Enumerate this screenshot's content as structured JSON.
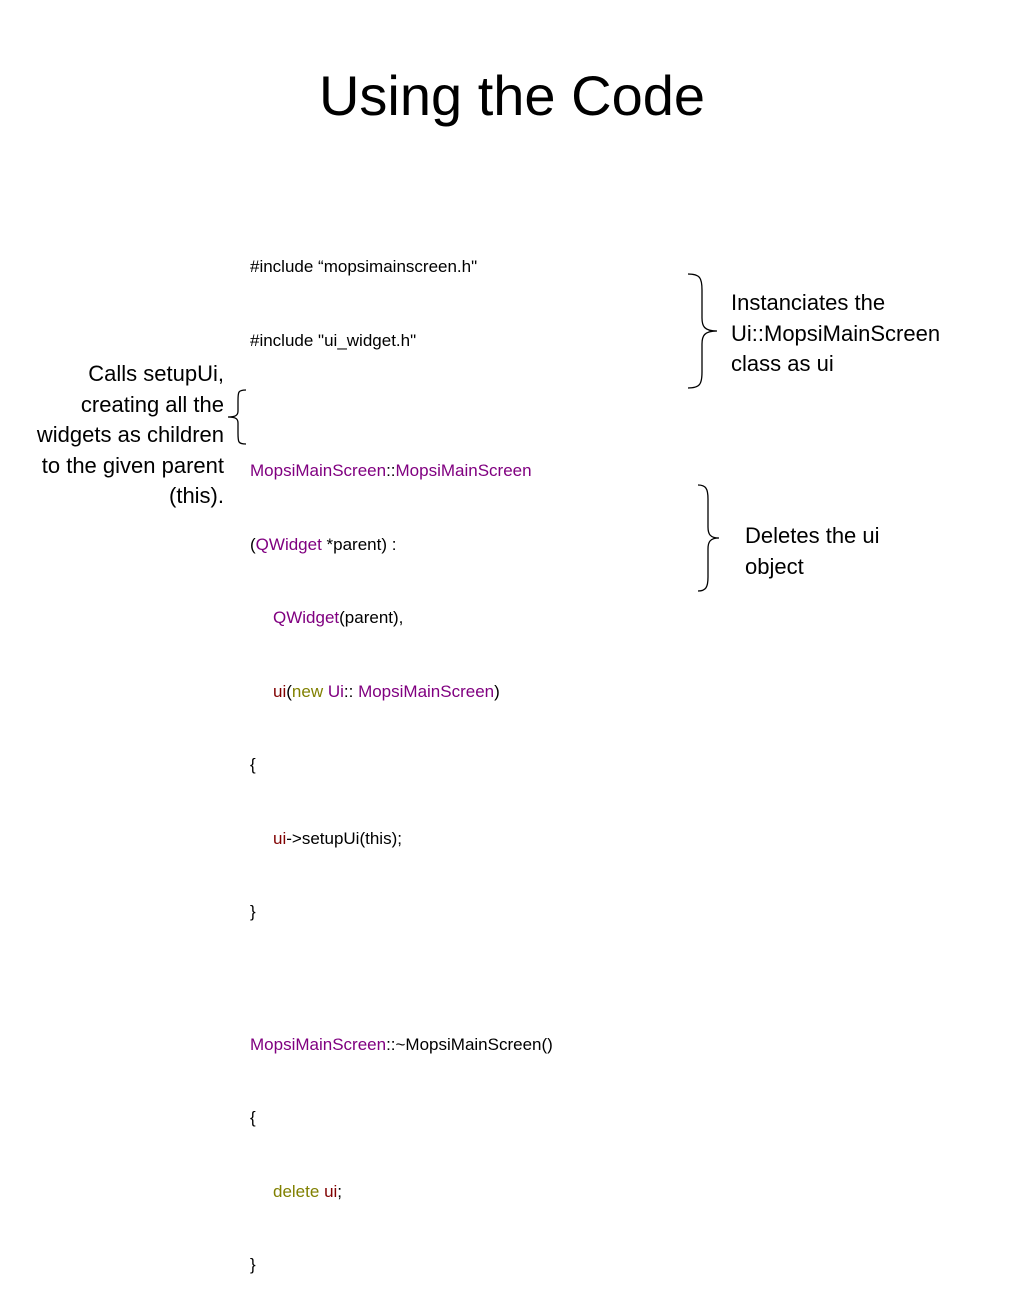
{
  "title": "Using the Code",
  "code": {
    "include1": "#include “mopsimainscreen.h\"",
    "include2": "#include \"ui_widget.h\"",
    "ctor_class": "MopsiMainScreen",
    "ctor_sep": "::",
    "ctor_name": "MopsiMainScreen",
    "paren_open": "(",
    "qwidget1": "QWidget",
    "param": " *parent) :",
    "qwidget2": "QWidget",
    "init_parent": "(parent),",
    "ui1": "ui",
    "ui_open": "(",
    "kw_new": "new",
    "space": " ",
    "ns_ui": "Ui",
    "ns_sep": ":: ",
    "ns_class": "MopsiMainScreen",
    "ui_close": ")",
    "brace_open1": "{",
    "ui2": "ui",
    "setup_call": "->setupUi(this);",
    "brace_close1": "}",
    "dtor_class": "MopsiMainScreen",
    "dtor_rest": "::~MopsiMainScreen()",
    "brace_open2": "{",
    "kw_delete": "delete",
    "ui3": "ui",
    "semicolon": ";",
    "brace_close2": "}"
  },
  "annotations": {
    "left": [
      "Calls setupUi,",
      "creating all the",
      "widgets as children",
      "to the given parent",
      "(this)."
    ],
    "right_top": [
      "Instanciates the",
      "Ui::MopsiMainScreen",
      "class as ui"
    ],
    "right_bottom": [
      "Deletes the ui",
      "object"
    ]
  },
  "colors": {
    "class_names": "#800080",
    "keywords": "#808000",
    "ui_variable": "#800000",
    "text": "#000000"
  }
}
